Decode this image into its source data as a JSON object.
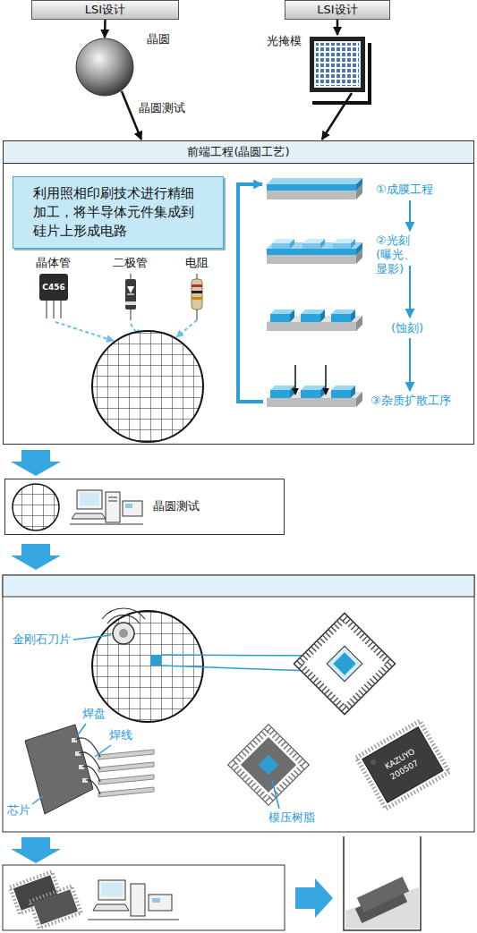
{
  "diagram": {
    "nodes": [
      {
        "text": [
          "LSI设计"
        ]
      },
      {
        "text": [
          "LSI设计"
        ]
      },
      {
        "text": [
          "晶圆"
        ]
      },
      {
        "text": [
          "光掩模"
        ]
      },
      {
        "text": [
          "前端工程(晶圆工艺)"
        ]
      },
      {
        "text": [
          "利用照相印刷技术进行精细加工，将半导体元件集成到硅片上形成电路"
        ],
        "in": 4
      },
      {
        "text": [
          "晶圆测试"
        ]
      }
    ],
    "edges": [
      {
        "from": 0,
        "to": 2,
        "arrow": "to"
      },
      {
        "from": 2,
        "to": 4,
        "label": "晶圆测试",
        "arrow": "to"
      },
      {
        "from": 1,
        "to": 3,
        "arrow": "to"
      },
      {
        "from": 3,
        "to": 4,
        "arrow": "to"
      }
    ],
    "labels": [
      "C456",
      "晶体管",
      "二极管",
      "电阻",
      "①成膜工程",
      "②光刻 (曝光、显影)",
      "(蚀刻)",
      "③杂质扩散工序",
      "金刚石刀片",
      "焊盘",
      "焊线",
      "芯片",
      "模压树脂",
      "KAZUYO",
      "200507"
    ]
  }
}
